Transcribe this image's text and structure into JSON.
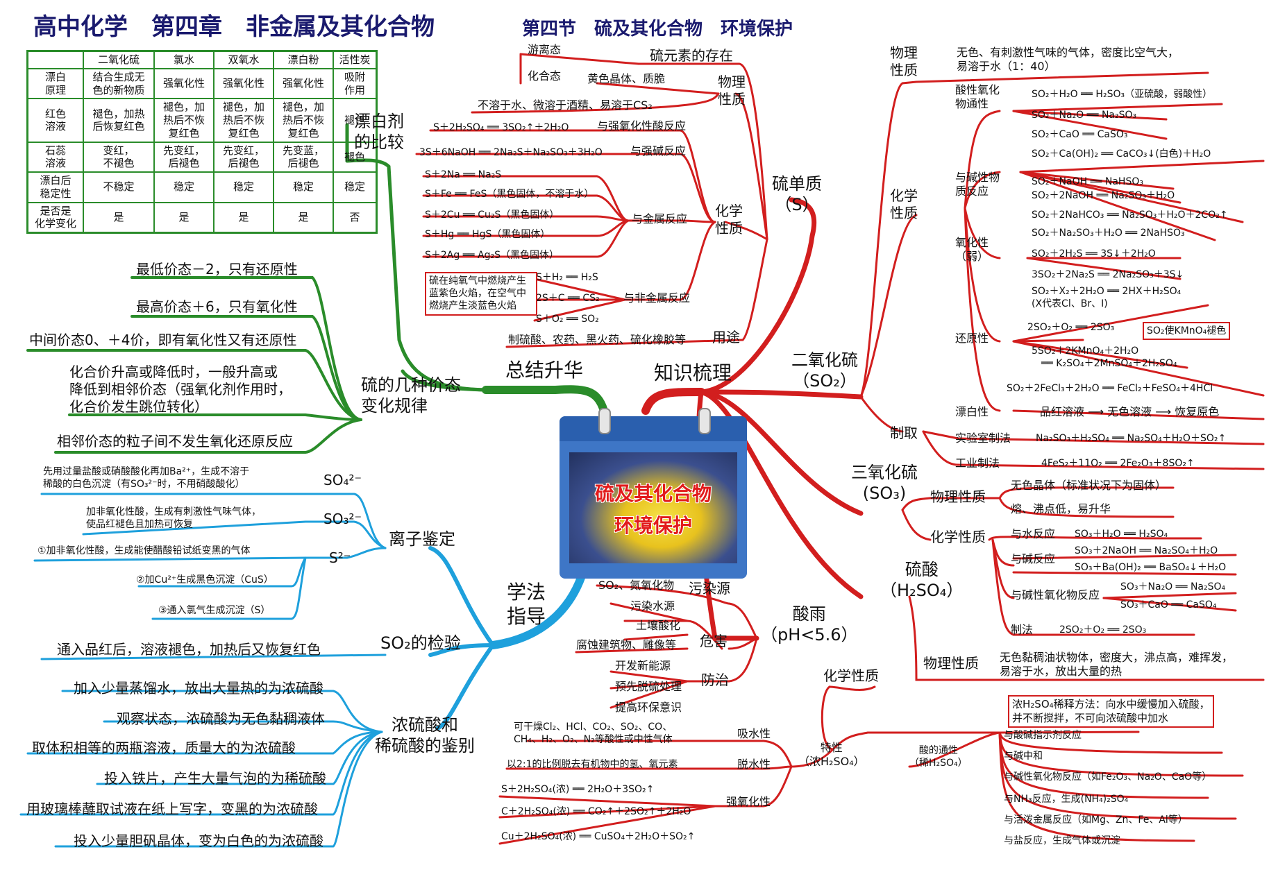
{
  "title": "高中化学　第四章　非金属及其化合物",
  "subtitle": "第四节　硫及其化合物　环境保护",
  "center": {
    "line1": "硫及其化合物",
    "line2": "环境保护"
  },
  "colors": {
    "red": "#d21e1e",
    "green": "#2a8c2a",
    "blue": "#1ea0dc",
    "navy": "#1a1a6e"
  },
  "nodes": {
    "summary": "总结升华",
    "knowledge": "知识梳理",
    "method": "学法\n指导",
    "bleach": "漂白剂\n的比较",
    "valence": "硫的几种价态\n变化规律",
    "ion": "离子鉴定",
    "so2test": "SO₂的检验",
    "acidid": "浓硫酸和\n稀硫酸的鉴别",
    "sulfur": "硫单质\n（S）",
    "so2": "二氧化硫\n（SO₂）",
    "so3": "三氧化硫\n(SO₃)",
    "h2so4": "硫酸\n（H₂SO₄）",
    "acidrain": "酸雨\n（pH<5.6）"
  },
  "table": {
    "headers": [
      "",
      "二氧化硫",
      "氯水",
      "双氧水",
      "漂白粉",
      "活性炭"
    ],
    "rows": [
      [
        "漂白\n原理",
        "结合生成无\n色的新物质",
        "强氧化性",
        "强氧化性",
        "强氧化性",
        "吸附\n作用"
      ],
      [
        "红色\n溶液",
        "褪色，加热\n后恢复红色",
        "褪色，加\n热后不恢\n复红色",
        "褪色，加\n热后不恢\n复红色",
        "褪色，加\n热后不恢\n复红色",
        "褪色"
      ],
      [
        "石蕊\n溶液",
        "变红，\n不褪色",
        "先变红，\n后褪色",
        "先变红，\n后褪色",
        "先变蓝，\n后褪色",
        "褪色"
      ],
      [
        "漂白后\n稳定性",
        "不稳定",
        "稳定",
        "稳定",
        "稳定",
        "稳定"
      ],
      [
        "是否是\n化学变化",
        "是",
        "是",
        "是",
        "是",
        "否"
      ]
    ]
  },
  "valence": [
    "最低价态－2，只有还原性",
    "最高价态＋6，只有氧化性",
    "中间价态0、＋4价，即有氧化性又有还原性",
    "化合价升高或降低时，一般升高或\n降低到相邻价态（强氧化剂作用时，\n化合价发生跳位转化）",
    "相邻价态的粒子间不发生氧化还原反应"
  ],
  "ions": {
    "so4": {
      "label": "SO₄²⁻",
      "desc": "先用过量盐酸或硝酸酸化再加Ba²⁺，生成不溶于\n稀酸的白色沉淀（有SO₃²⁻时，不用硝酸酸化）"
    },
    "so3": {
      "label": "SO₃²⁻",
      "desc": "加非氧化性酸，生成有刺激性气味气体，\n使品红褪色且加热可恢复"
    },
    "s2": {
      "label": "S²⁻",
      "items": [
        "①加非氧化性酸，生成能使醋酸铅试纸变黑的气体",
        "②加Cu²⁺生成黑色沉淀（CuS）",
        "③通入氯气生成沉淀（S）"
      ]
    }
  },
  "so2test": "通入品红后，溶液褪色，加热后又恢复红色",
  "acidid": [
    "加入少量蒸馏水，放出大量热的为浓硫酸",
    "观察状态，浓硫酸为无色黏稠液体",
    "取体积相等的两瓶溶液，质量大的为浓硫酸",
    "投入铁片，产生大量气泡的为稀硫酸",
    "用玻璃棒蘸取试液在纸上写字，变黑的为浓硫酸",
    "投入少量胆矾晶体，变为白色的为浓硫酸"
  ],
  "sulfur": {
    "exist": {
      "label": "硫元素的存在",
      "items": [
        "游离态",
        "化合态"
      ]
    },
    "phys": {
      "label": "物理\n性质",
      "items": [
        "黄色晶体、质脆",
        "不溶于水、微溶于酒精、易溶于CS₂"
      ]
    },
    "chem": {
      "label": "化学\n性质",
      "oxacid": {
        "label": "与强氧化性酸反应",
        "eq": "S＋2H₂SO₄ ══ 3SO₂↑＋2H₂O"
      },
      "base": {
        "label": "与强碱反应",
        "eq": "3S＋6NaOH ══ 2Na₂S＋Na₂SO₃＋3H₂O"
      },
      "metal": {
        "label": "与金属反应",
        "eqs": [
          "S＋2Na ══ Na₂S",
          "S＋Fe ══ FeS（黑色固体，不溶于水）",
          "S＋2Cu ══ Cu₂S（黑色固体）",
          "S＋Hg ══ HgS（黑色固体）",
          "S＋2Ag ══ Ag₂S（黑色固体）"
        ]
      },
      "nonmetal": {
        "label": "与非金属反应",
        "eqs": [
          "S＋H₂ ══ H₂S",
          "2S＋C ══ CS₂",
          "S＋O₂ ══ SO₂"
        ],
        "note": "硫在纯氧气中燃烧产生蓝紫色火焰，在空气中燃烧产生淡蓝色火焰"
      }
    },
    "use": {
      "label": "用途",
      "text": "制硫酸、农药、黑火药、硫化橡胶等"
    }
  },
  "so2": {
    "phys": {
      "label": "物理\n性质",
      "text": "无色、有刺激性气味的气体，密度比空气大，\n易溶于水（1：40）"
    },
    "chem": {
      "label": "化学\n性质",
      "acidox": {
        "label": "酸性氧化\n物通性",
        "eqs": [
          "SO₂＋H₂O ══ H₂SO₃（亚硫酸，弱酸性）",
          "SO₂＋Na₂O ══ Na₂SO₃",
          "SO₂＋CaO ══ CaSO₃"
        ]
      },
      "base": {
        "label": "与碱性物\n质反应",
        "eqs": [
          "SO₂＋Ca(OH)₂ ══ CaCO₃↓(白色)＋H₂O",
          "SO₂＋NaOH ══ NaHSO₃",
          "SO₂＋2NaOH ══ Na₂SO₃＋H₂O",
          "SO₂＋2NaHCO₃ ══ Na₂SO₃＋H₂O＋2CO₂↑",
          "SO₂＋Na₂SO₃＋H₂O ══ 2NaHSO₃"
        ]
      },
      "oxid": {
        "label": "氧化性\n（弱）",
        "eqs": [
          "SO₂＋2H₂S ══ 3S↓＋2H₂O",
          "3SO₂＋2Na₂S ══ 2Na₂SO₃＋3S↓"
        ]
      },
      "red": {
        "label": "还原性",
        "eqs": [
          "SO₂＋X₂＋2H₂O ══ 2HX＋H₂SO₄",
          "(X代表Cl、Br、I)",
          "2SO₂＋O₂ ══ 2SO₃",
          "5SO₂＋2KMnO₄＋2H₂O",
          "══ K₂SO₄＋2MnSO₄＋2H₂SO₄",
          "SO₂＋2FeCl₃＋2H₂O ══ FeCl₂＋FeSO₄＋4HCl"
        ],
        "note": "SO₂使KMnO₄褪色"
      },
      "bleach": {
        "label": "漂白性",
        "text": "品红溶液 ⟶ 无色溶液 ⟶ 恢复原色"
      }
    },
    "prep": {
      "label": "制取",
      "lab": {
        "label": "实验室制法",
        "eq": "Na₂SO₃＋H₂SO₄ ══ Na₂SO₄＋H₂O＋SO₂↑"
      },
      "ind": {
        "label": "工业制法",
        "eq": "4FeS₂＋11O₂ ══ 2Fe₂O₃＋8SO₂↑"
      }
    }
  },
  "so3": {
    "phys": {
      "label": "物理性质",
      "items": [
        "无色晶体（标准状况下为固体）",
        "熔、沸点低，易升华"
      ]
    },
    "chem": {
      "label": "化学性质",
      "water": {
        "label": "与水反应",
        "eq": "SO₃＋H₂O ══ H₂SO₄"
      },
      "base": {
        "label": "与碱反应",
        "eqs": [
          "SO₃＋2NaOH ══ Na₂SO₄＋H₂O",
          "SO₃＋Ba(OH)₂ ══ BaSO₄↓＋H₂O"
        ]
      },
      "baseox": {
        "label": "与碱性氧化物反应",
        "eqs": [
          "SO₃＋Na₂O ══ Na₂SO₄",
          "SO₃＋CaO ══ CaSO₄"
        ]
      },
      "prep": {
        "label": "制法",
        "eq": "2SO₂＋O₂ ══ 2SO₃"
      }
    }
  },
  "h2so4": {
    "phys": {
      "label": "物理性质",
      "text": "无色黏稠油状物体，密度大，沸点高，难挥发，\n易溶于水，放出大量的热"
    },
    "note": "浓H₂SO₄稀释方法：向水中缓慢加入硫酸，\n并不断搅拌，不可向浓硫酸中加水",
    "chem": "化学性质",
    "general": {
      "label": "酸的通性\n（稀H₂SO₄）",
      "items": [
        "与酸碱指示剂反应",
        "与碱中和",
        "与碱性氧化物反应（如Fe₂O₃、Na₂O、CaO等）",
        "与NH₃反应，生成(NH₄)₂SO₄",
        "与活泼金属反应（如Mg、Zn、Fe、Al等）",
        "与盐反应，生成气体或沉淀"
      ]
    },
    "special": {
      "label": "特性\n（浓H₂SO₄）",
      "absorb": {
        "label": "吸水性",
        "text": "可干燥Cl₂、HCl、CO₂、SO₂、CO、\nCH₄、H₂、O₂、N₂等酸性或中性气体"
      },
      "dehyd": {
        "label": "脱水性",
        "text": "以2:1的比例脱去有机物中的氢、氧元素"
      },
      "oxid": {
        "label": "强氧化性",
        "eqs": [
          "S＋2H₂SO₄(浓) ══ 2H₂O＋3SO₂↑",
          "C＋2H₂SO₄(浓) ══ CO₂↑＋2SO₂↑＋2H₂O",
          "Cu＋2H₂SO₄(浓) ══ CuSO₄＋2H₂O＋SO₂↑"
        ]
      }
    }
  },
  "acidrain": {
    "source": {
      "label": "污染源",
      "text": "SO₂、氮氧化物"
    },
    "harm": {
      "label": "危害",
      "items": [
        "污染水源",
        "土壤酸化",
        "腐蚀建筑物、雕像等"
      ]
    },
    "prevent": {
      "label": "防治",
      "items": [
        "开发新能源",
        "预先脱硫处理",
        "提高环保意识"
      ]
    }
  }
}
